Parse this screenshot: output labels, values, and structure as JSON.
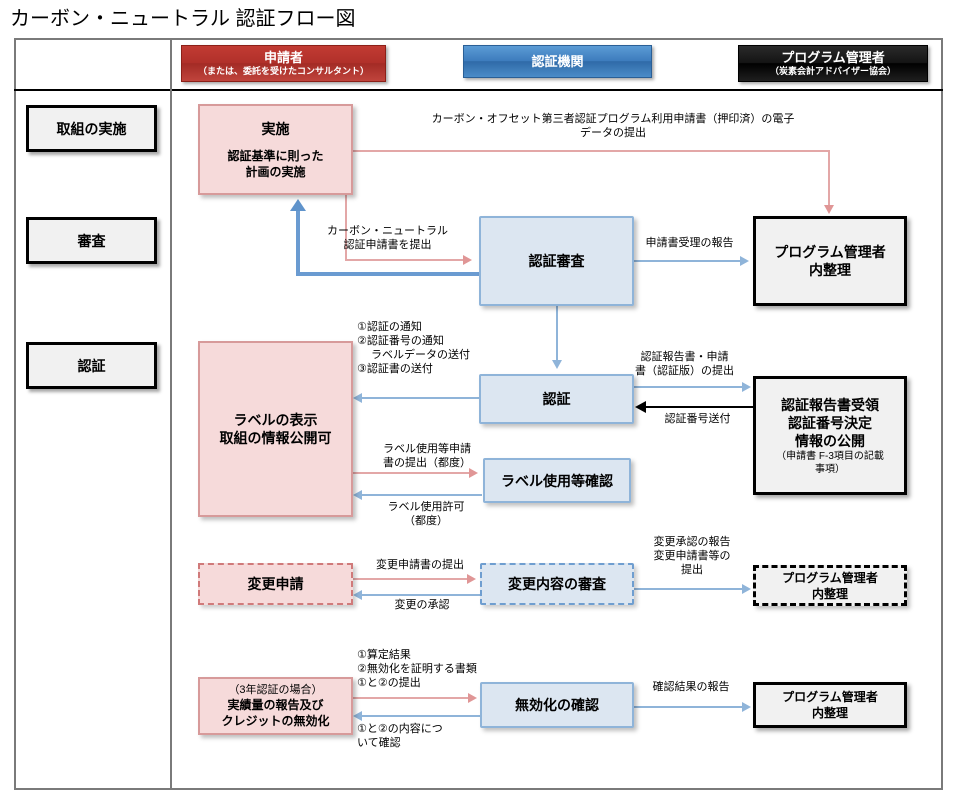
{
  "title": "カーボン・ニュートラル 認証フロー図",
  "lanes": [
    {
      "id": "applicant",
      "line1": "申請者",
      "line2": "（または、委託を受けたコンサルタント）",
      "color": "#b1302a"
    },
    {
      "id": "certifier",
      "line1": "認証機関",
      "line2": "",
      "color": "#3d7cbd"
    },
    {
      "id": "admin",
      "line1": "プログラム管理者",
      "line2": "（炭素会計アドバイザー協会）",
      "color": "#000000"
    }
  ],
  "stages": [
    {
      "id": "stage-1",
      "label": "取組の実施"
    },
    {
      "id": "stage-2",
      "label": "審査"
    },
    {
      "id": "stage-3",
      "label": "認証"
    }
  ],
  "boxes": {
    "jisshi": {
      "title": "実施",
      "body": "認証基準に則った\n計画の実施"
    },
    "shinsa": {
      "title": "認証審査"
    },
    "admin1": {
      "title": "プログラム管理者\n内整理"
    },
    "label_disp": {
      "title": "ラベルの表示\n取組の情報公開可"
    },
    "ninsho": {
      "title": "認証"
    },
    "admin2": {
      "title": "認証報告書受領\n認証番号決定\n情報の公開",
      "note": "（申請書 F-3項目の記載\n事項）"
    },
    "label_conf": {
      "title": "ラベル使用等確認"
    },
    "henko_req": {
      "title": "変更申請"
    },
    "henko_shinsa": {
      "title": "変更内容の審査"
    },
    "admin3": {
      "title": "プログラム管理者\n内整理"
    },
    "jisseki": {
      "note": "（3年認証の場合）",
      "title": "実績量の報告及び\nクレジットの無効化"
    },
    "mukouka": {
      "title": "無効化の確認"
    },
    "admin4": {
      "title": "プログラム管理者\n内整理"
    }
  },
  "connectors": {
    "submit_eform": "カーボン・オフセット第三者認証プログラム利用申請書（押印済）の電子\nデータの提出",
    "submit_cn_form": "カーボン・ニュートラル\n認証申請書を提出",
    "report_receipt": "申請書受理の報告",
    "cert_notices": "①認証の通知\n②認証番号の通知\n　 ラベルデータの送付\n③認証書の送付",
    "submit_cert_report": "認証報告書・申請\n書（認証版）の提出",
    "send_cert_number": "認証番号送付",
    "label_use_request": "ラベル使用等申請\n書の提出（都度）",
    "label_use_permit": "ラベル使用許可\n（都度）",
    "change_submit": "変更申請書の提出",
    "change_approve": "変更の承認",
    "change_report": "変更承認の報告\n変更申請書等の\n提出",
    "invalid_docs": "①算定結果\n②無効化を証明する書類\n①と②の提出",
    "invalid_confirm": "①と②の内容につ\nいて確認",
    "confirm_report": "確認結果の報告"
  },
  "colors": {
    "pink_fill": "#f6dada",
    "pink_line": "#e3a7a7",
    "blue_fill": "#dce6f1",
    "blue_line": "#8fb4d9",
    "gray_fill": "#f1f1f1",
    "frame": "#7a7a7a"
  }
}
